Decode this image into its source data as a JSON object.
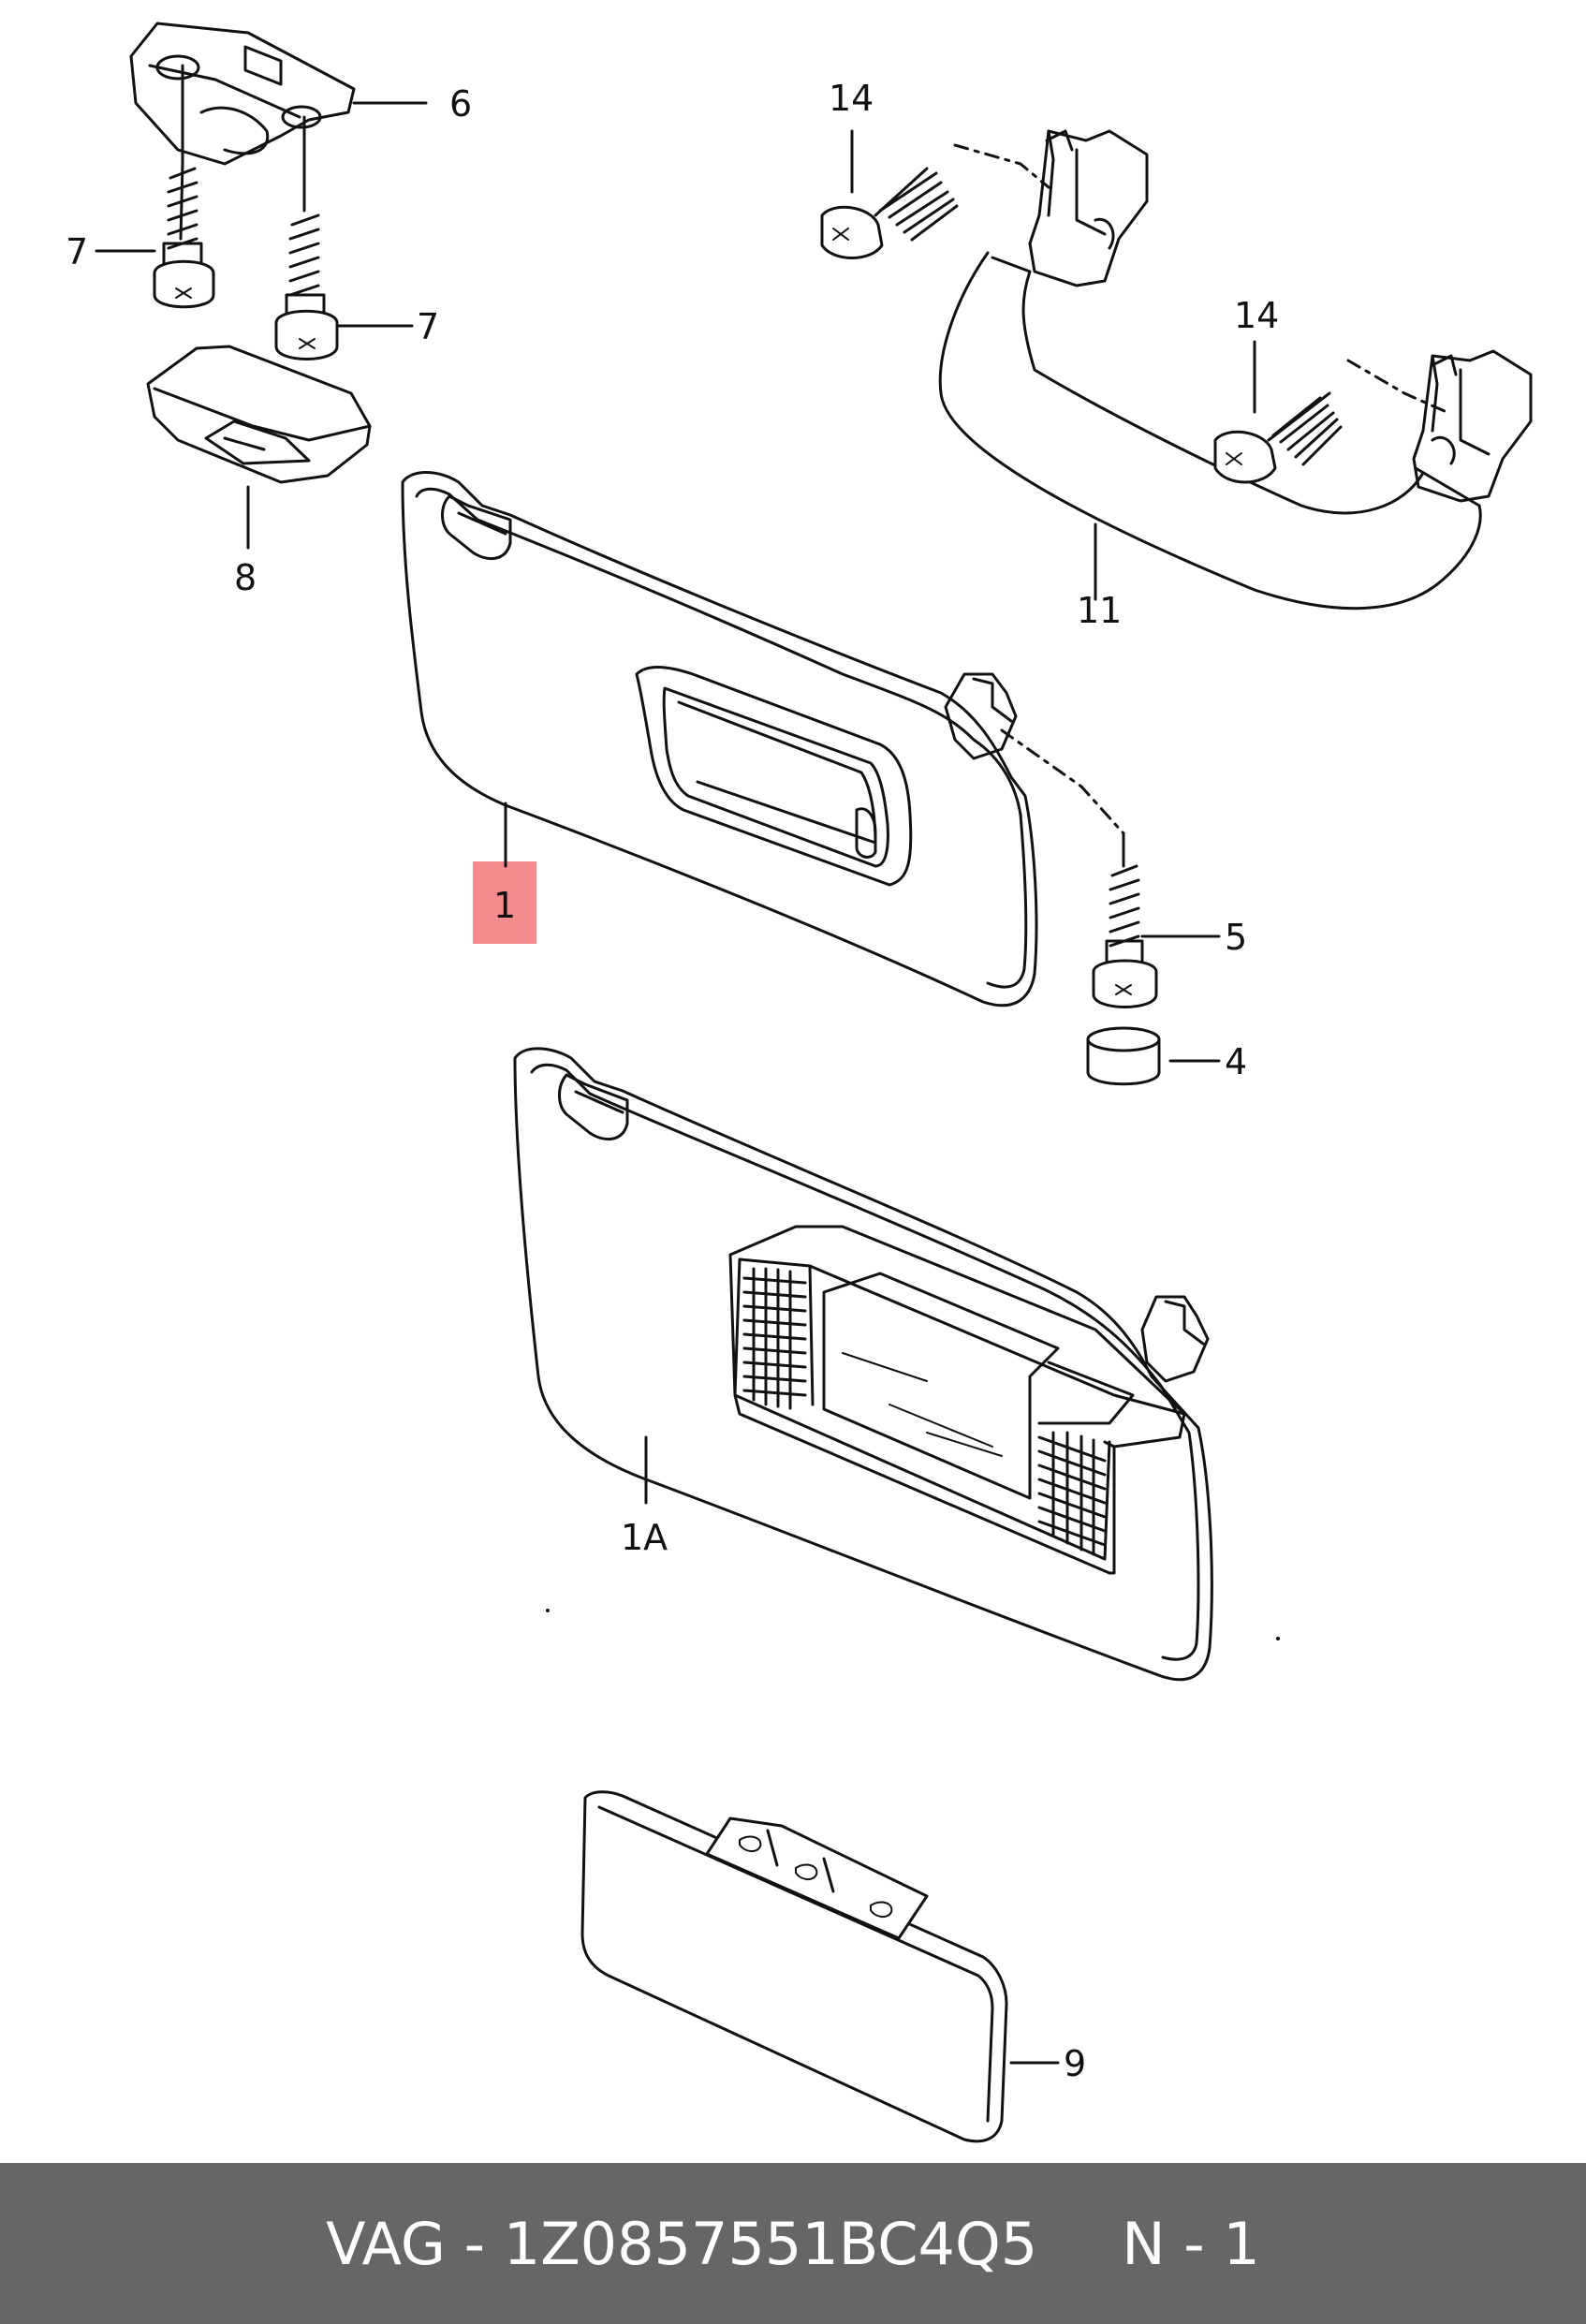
{
  "labels": {
    "l6": "6",
    "l7a": "7",
    "l7b": "7",
    "l8": "8",
    "l14a": "14",
    "l14b": "14",
    "l11": "11",
    "l1": "1",
    "l5": "5",
    "l4": "4",
    "l1A": "1A",
    "l9": "9"
  },
  "highlight_color": "#f58a8f",
  "footer": {
    "part": "VAG - 1Z0857551BC4Q5",
    "qty": "N - 1"
  }
}
